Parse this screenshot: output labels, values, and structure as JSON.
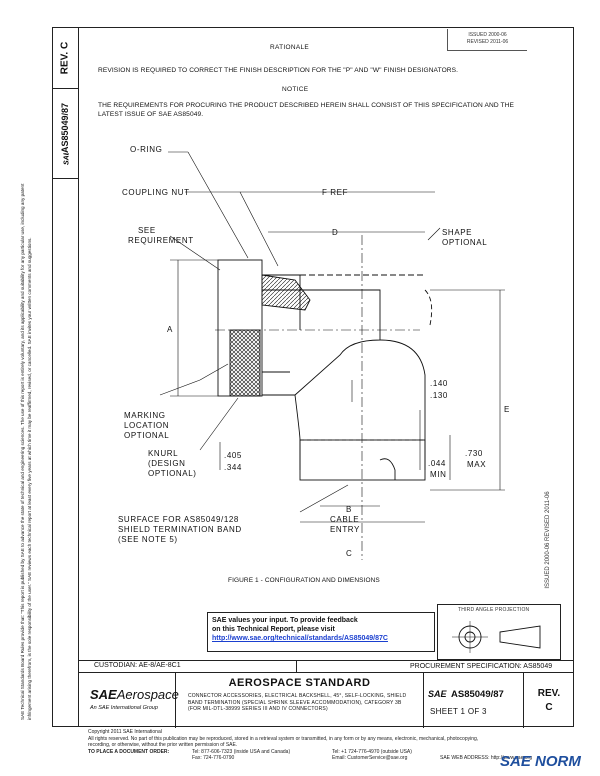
{
  "rev_side": {
    "label": "REV.",
    "value": "C"
  },
  "doc_side": "AS85049/87",
  "side_legal_text": "SAE Technical Standards Board Rules provide that: \"This report is published by SAE to advance the state of technical and engineering sciences. The use of this report is entirely voluntary, and its applicability and suitability for any particular use, including any patent infringement arising therefrom, is the sole responsibility of the user.\" SAE reviews each technical report at least every five years at which time it may be reaffirmed, revised, or cancelled. SAE invites your written comments and suggestions.",
  "stamp": {
    "line1": "ISSUED  2000-06",
    "line2": "REVISED  2011-06"
  },
  "right_vertical": "ISSUED 2000-06     REVISED 2011-06",
  "rationale": {
    "title": "RATIONALE",
    "text": "REVISION IS REQUIRED TO CORRECT THE FINISH DESCRIPTION FOR THE \"P\" AND \"W\" FINISH DESIGNATORS."
  },
  "notice": {
    "title": "NOTICE",
    "text": "THE REQUIREMENTS FOR PROCURING THE PRODUCT DESCRIBED HEREIN SHALL CONSIST OF THIS SPECIFICATION AND THE LATEST ISSUE OF SAE AS85049."
  },
  "drawing_labels": {
    "oring": "O-RING",
    "coupling_nut": "COUPLING NUT",
    "f_ref": "F REF",
    "see_req_1": "SEE",
    "see_req_2": "REQUIREMENT",
    "d": "D",
    "shape_1": "SHAPE",
    "shape_2": "OPTIONAL",
    "a": "A",
    "marking_1": "MARKING",
    "marking_2": "LOCATION",
    "marking_3": "OPTIONAL",
    "dim_140": ".140",
    "dim_130": ".130",
    "e": "E",
    "knurl_1": "KNURL",
    "knurl_2": "(DESIGN",
    "knurl_3": "OPTIONAL)",
    "dim_405": ".405",
    "dim_344": ".344",
    "dim_044": ".044",
    "min": "MIN",
    "dim_730": ".730",
    "max": "MAX",
    "b": "B",
    "cable_1": "CABLE",
    "cable_2": "ENTRY",
    "c": "C",
    "surface_1": "SURFACE FOR AS85049/128",
    "surface_2": "SHIELD TERMINATION BAND",
    "surface_3": "(SEE NOTE 5)"
  },
  "figure_caption": "FIGURE 1 - CONFIGURATION AND DIMENSIONS",
  "feedback": {
    "line1": "SAE values your input. To provide feedback",
    "line2": "on this Technical Report, please visit",
    "url": "http://www.sae.org/technical/standards/AS85049/87C"
  },
  "third_angle": "THIRD ANGLE PROJECTION",
  "custodian": "CUSTODIAN:  AE-8/AE-8C1",
  "procurement": "PROCUREMENT SPECIFICATION:  AS85049",
  "title_block": {
    "brand_bold": "SAE",
    "brand_rest": "Aerospace",
    "brand_sub": "An SAE International Group",
    "standard": "AEROSPACE STANDARD",
    "description": "CONNECTOR ACCESSORIES, ELECTRICAL BACKSHELL, 45°, SELF-LOCKING, SHIELD BAND TERMINATION (SPECIAL SHRINK SLEEVE ACCOMMODATION), CATEGORY 3B (FOR MIL-DTL-38999 SERIES III AND IV CONNECTORS)",
    "doc_mini": "SAE",
    "doc_number": "AS85049/87",
    "sheet": "SHEET 1 OF 3",
    "rev_label": "REV.",
    "rev_value": "C"
  },
  "footer": {
    "copyright": "Copyright 2011 SAE International",
    "rights": "All rights reserved. No part of this publication may be reproduced, stored in a retrieval system or transmitted, in any form or by any means, electronic, mechanical, photocopying,",
    "rights2": "recording, or otherwise, without the prior written permission of SAE.",
    "order_label": "TO PLACE A DOCUMENT ORDER:",
    "tel1": "Tel:  877-606-7323 (inside USA and Canada)",
    "tel2": "Tel:  +1 724-776-4970 (outside USA)",
    "fax": "Fax:  724-776-0790",
    "email": "Email:  CustomerService@sae.org",
    "web": "SAE WEB ADDRESS:  http://www.sae.org"
  },
  "watermark": "SAE NORM"
}
